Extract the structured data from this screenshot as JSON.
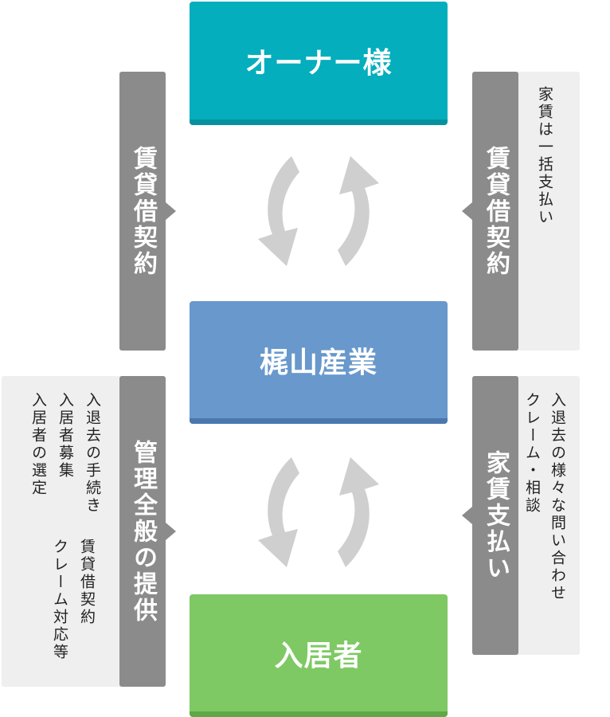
{
  "boxes": {
    "owner": "オーナー様",
    "company": "梶山産業",
    "tenant": "入居者"
  },
  "left_top": {
    "tab": "賃貸借契約"
  },
  "right_top": {
    "tab": "賃貸借契約",
    "note_lines": [
      "家賃は一括支払い"
    ]
  },
  "left_bottom": {
    "tab": "管理全般の提供",
    "note_lines": [
      "入退去の手続き",
      "入居者募集",
      "入居者の選定",
      "賃貸借契約",
      "クレーム対応等"
    ]
  },
  "right_bottom": {
    "tab": "家賃支払い",
    "note_lines": [
      "入退去の様々な問い合わせ",
      "クレーム・相談"
    ]
  },
  "colors": {
    "owner": "#04aebd",
    "company": "#6898cc",
    "tenant": "#7ec963",
    "tab": "#8b8b8b",
    "note": "#efefef",
    "cycle_arrows": "#cfcfcf"
  },
  "icons": [
    "cycle-arrows-icon"
  ]
}
